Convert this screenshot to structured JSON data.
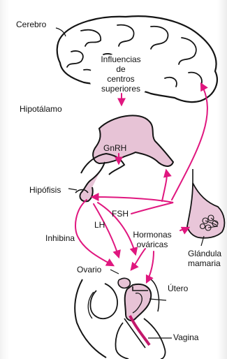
{
  "labels": {
    "cerebro": "Cerebro",
    "influencias": [
      "Influencias",
      "de",
      "centros",
      "superiores"
    ],
    "hipotalamo": "Hipotálamo",
    "gnrh": "GnRH",
    "hipofisis": "Hipófisis",
    "fsh": "FSH",
    "lh": "LH",
    "inhibina": "Inhibina",
    "hormonas": [
      "Hormonas",
      "ováricas"
    ],
    "glandula": [
      "Glándula",
      "mamaria"
    ],
    "ovario": "Ovario",
    "utero": "Útero",
    "vagina": "Vagina"
  },
  "colors": {
    "arrow": "#e0177f",
    "tissue": "#e7c3d6",
    "line": "#141414"
  }
}
